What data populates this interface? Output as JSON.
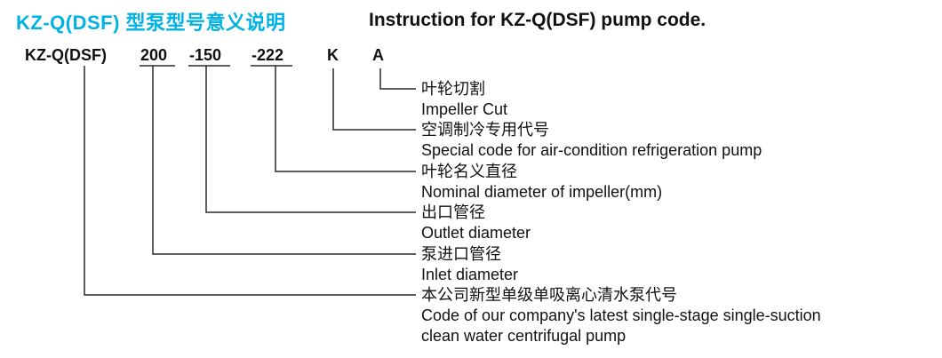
{
  "header": {
    "title_cn": "KZ-Q(DSF) 型泵型号意义说明",
    "title_en": "Instruction for KZ-Q(DSF) pump code.",
    "title_cn_color": "#00b2e3"
  },
  "code": {
    "segments": [
      {
        "text": "KZ-Q(DSF)"
      },
      {
        "text": "200"
      },
      {
        "text": "-150"
      },
      {
        "text": "-222"
      },
      {
        "text": "K"
      },
      {
        "text": "A"
      }
    ]
  },
  "labels": [
    {
      "cn": "叶轮切割",
      "en": "Impeller Cut"
    },
    {
      "cn": "空调制冷专用代号",
      "en": "Special code for air-condition refrigeration pump"
    },
    {
      "cn": "叶轮名义直径",
      "en": "Nominal diameter of impeller(mm)"
    },
    {
      "cn": "出口管径",
      "en": "Outlet diameter"
    },
    {
      "cn": "泵进口管径",
      "en": "Inlet diameter"
    },
    {
      "cn": "本公司新型单级单吸离心清水泵代号",
      "en": "Code of our company's latest single-stage single-suction",
      "en2": "clean water centrifugal pump"
    }
  ]
}
